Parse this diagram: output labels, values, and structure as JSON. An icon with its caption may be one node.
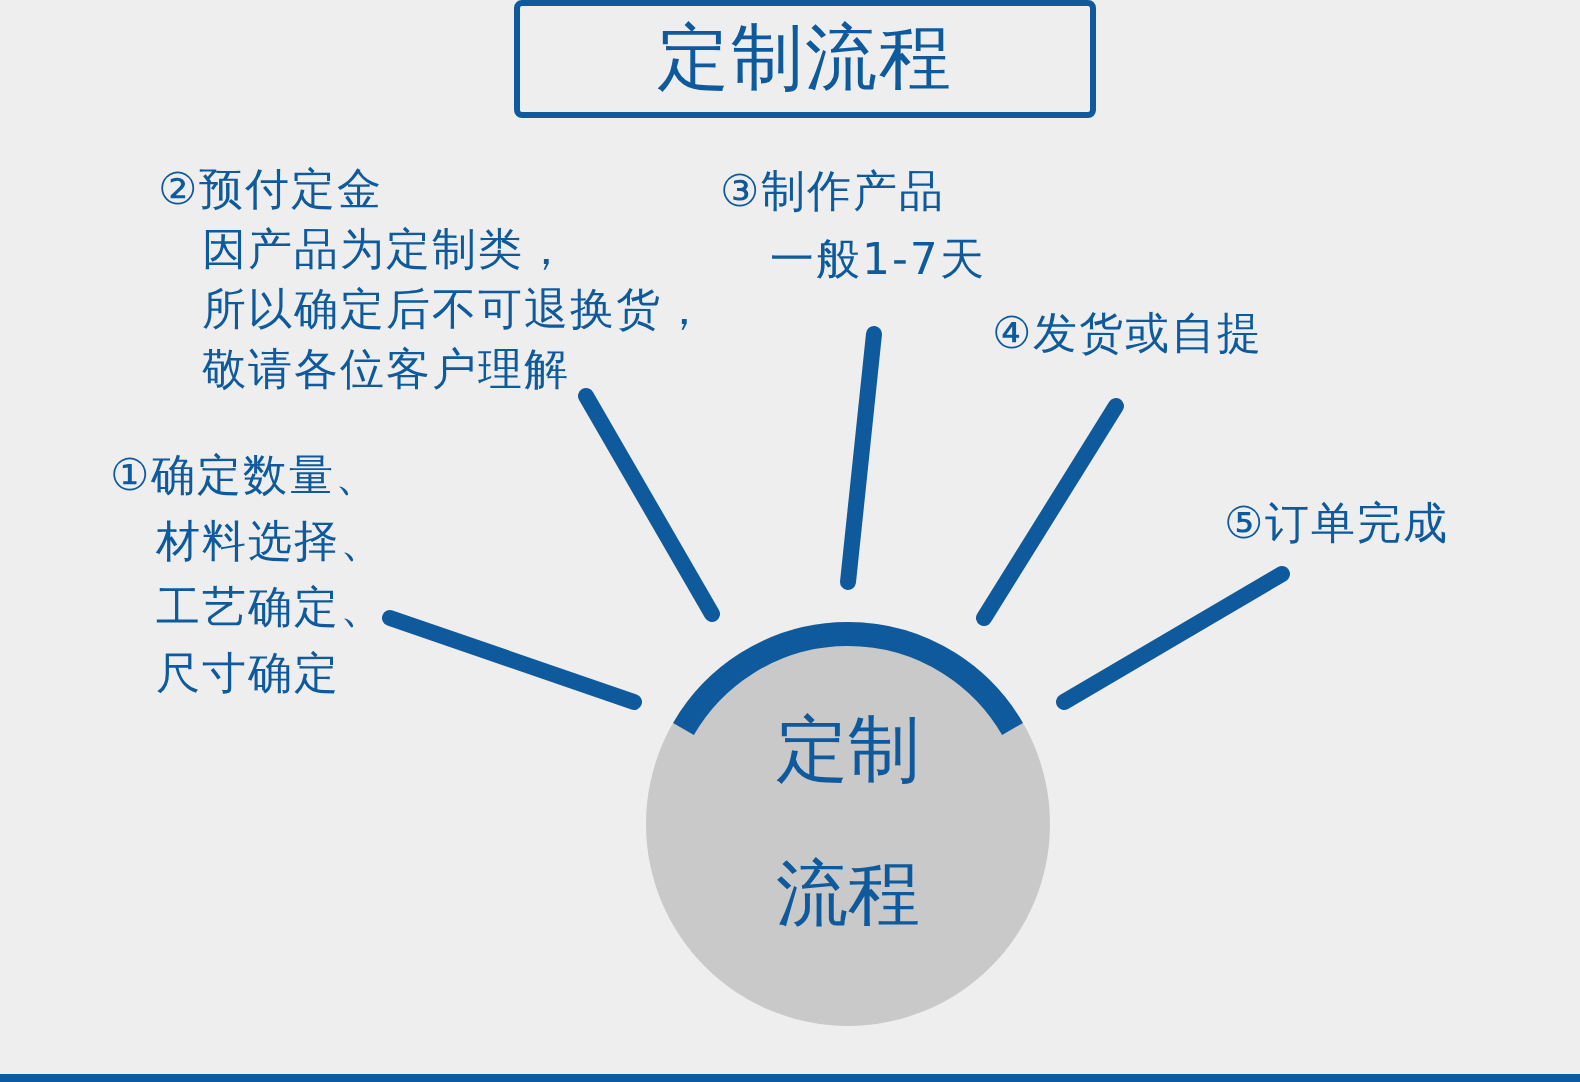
{
  "diagram": {
    "title": "定制流程",
    "nodes": [
      {
        "text": [
          "定制流程"
        ]
      },
      {
        "text": [
          "①确定数量、材料选择、工艺确定、尺寸确定"
        ]
      },
      {
        "text": [
          "②预付定金",
          "因产品为定制类，所以确定后不可退换货，敬请各位客户理解"
        ]
      },
      {
        "text": [
          "③制作产品",
          "一般1-7天"
        ]
      },
      {
        "text": [
          "④发货或自提"
        ]
      },
      {
        "text": [
          "⑤订单完成"
        ]
      }
    ],
    "edges": [
      {
        "from": 0,
        "to": 1,
        "arrow": "none"
      },
      {
        "from": 0,
        "to": 2,
        "arrow": "none"
      },
      {
        "from": 0,
        "to": 3,
        "arrow": "none"
      },
      {
        "from": 0,
        "to": 4,
        "arrow": "none"
      },
      {
        "from": 0,
        "to": 5,
        "arrow": "none"
      }
    ]
  }
}
